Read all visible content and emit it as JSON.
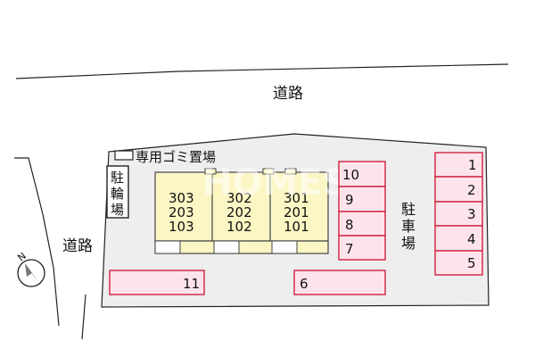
{
  "roads": {
    "top_label": "道路",
    "left_label": "道路"
  },
  "lot": {
    "trash_area_label": "専用ゴミ置場",
    "bike_parking_label": [
      "駐",
      "輪",
      "場"
    ],
    "car_parking_label": [
      "駐",
      "車",
      "場"
    ]
  },
  "building": {
    "stacks": [
      {
        "units": [
          "303",
          "203",
          "103"
        ]
      },
      {
        "units": [
          "302",
          "202",
          "102"
        ]
      },
      {
        "units": [
          "301",
          "201",
          "101"
        ]
      }
    ]
  },
  "parking_slots": {
    "center_column": [
      "10",
      "9",
      "8",
      "7"
    ],
    "right_column": [
      "1",
      "2",
      "3",
      "4",
      "5"
    ],
    "bottom_left": "11",
    "bottom_center": "6"
  },
  "compass": {
    "north_label": "N"
  },
  "watermark": "HOMES",
  "colors": {
    "building_fill": "#fbf6c4",
    "slot_fill": "#fde4ea",
    "slot_stroke": "#d02040",
    "lot_fill": "#eeeeee"
  }
}
